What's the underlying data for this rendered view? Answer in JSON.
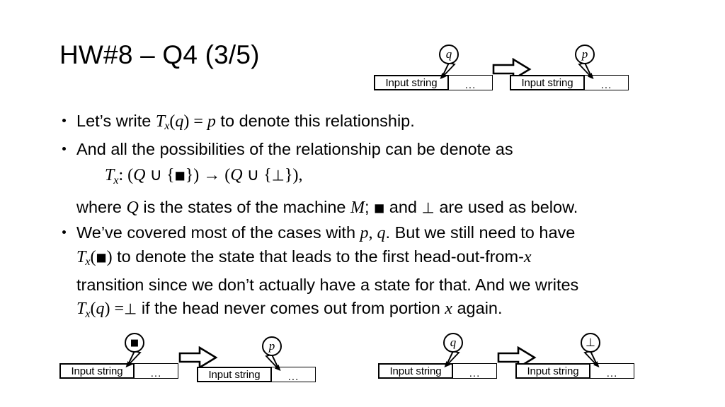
{
  "slide": {
    "title": "HW#8 – Q4 (3/5)",
    "background_color": "#ffffff",
    "text_color": "#000000"
  },
  "body": {
    "bullet1": {
      "prefix": "Let’s write ",
      "math": {
        "T": "T",
        "sub": "x",
        "open": "(",
        "q": "q",
        "close": ")",
        "eq": " = ",
        "p": "p"
      },
      "suffix": " to denote this relationship."
    },
    "bullet2": {
      "text": "And all the possibilities of the relationship can be denote as"
    },
    "formula": {
      "T": "T",
      "sub": "x",
      "colon": ": (",
      "Q1": "Q",
      "union1": " ∪ {",
      "square": "■",
      "close1": "})",
      "arrow": " → ",
      "open2": "(",
      "Q2": "Q",
      "union2": " ∪ {",
      "bottom": "⊥",
      "close2": "}),"
    },
    "where_line": {
      "part1": "where ",
      "Q": "Q",
      "part2": " is the states of the machine ",
      "M": "M",
      "part3": "; ",
      "square": "■",
      "part4": " and ",
      "bottom": "⊥",
      "part5": " are used as below."
    },
    "bullet3_line1": {
      "prefix": "We’ve covered most of the cases with ",
      "p": "p",
      "comma": ", ",
      "q": "q",
      "suffix": ". But we still need to have"
    },
    "bullet3_line2": {
      "T": "T",
      "sub": "x",
      "open": "(",
      "square": "■",
      "close": ")",
      "text": " to denote the state that leads to the first head-out-from-",
      "x": "x"
    },
    "bullet3_line3": {
      "text": "transition since we don’t actually have a state for that. And we writes"
    },
    "bullet3_line4": {
      "T": "T",
      "sub": "x",
      "open": "(",
      "q": "q",
      "close": ")",
      "eq": " =",
      "bottom": "⊥",
      "text": " if the head never comes out from portion ",
      "x": "x",
      "tail": " again."
    }
  },
  "diagrams": {
    "top_right": {
      "label": "top-right-transition-diagram",
      "left": {
        "cell_main": "Input string",
        "cell_rest": "...",
        "head_label": "q",
        "head_kind": "italic",
        "arrow_dir": "left"
      },
      "arrow_icon": "block-arrow-right",
      "right": {
        "cell_main": "Input string",
        "cell_rest": "...",
        "head_label": "p",
        "head_kind": "italic",
        "arrow_dir": "right"
      }
    },
    "bottom_left": {
      "label": "bottom-left-transition-diagram",
      "left": {
        "cell_main": "Input string",
        "cell_rest": "...",
        "head_label": "■",
        "head_kind": "symbol",
        "arrow_dir": "left"
      },
      "arrow_icon": "block-arrow-right",
      "right": {
        "cell_main": "Input string",
        "cell_rest": "...",
        "head_label": "p",
        "head_kind": "italic",
        "arrow_dir": "right"
      }
    },
    "bottom_right": {
      "label": "bottom-right-transition-diagram",
      "left": {
        "cell_main": "Input string",
        "cell_rest": "...",
        "head_label": "q",
        "head_kind": "italic",
        "arrow_dir": "left"
      },
      "arrow_icon": "block-arrow-right",
      "right": {
        "cell_main": "Input string",
        "cell_rest": "...",
        "head_label": "⊥",
        "head_kind": "bottom",
        "arrow_dir": "right"
      }
    }
  }
}
